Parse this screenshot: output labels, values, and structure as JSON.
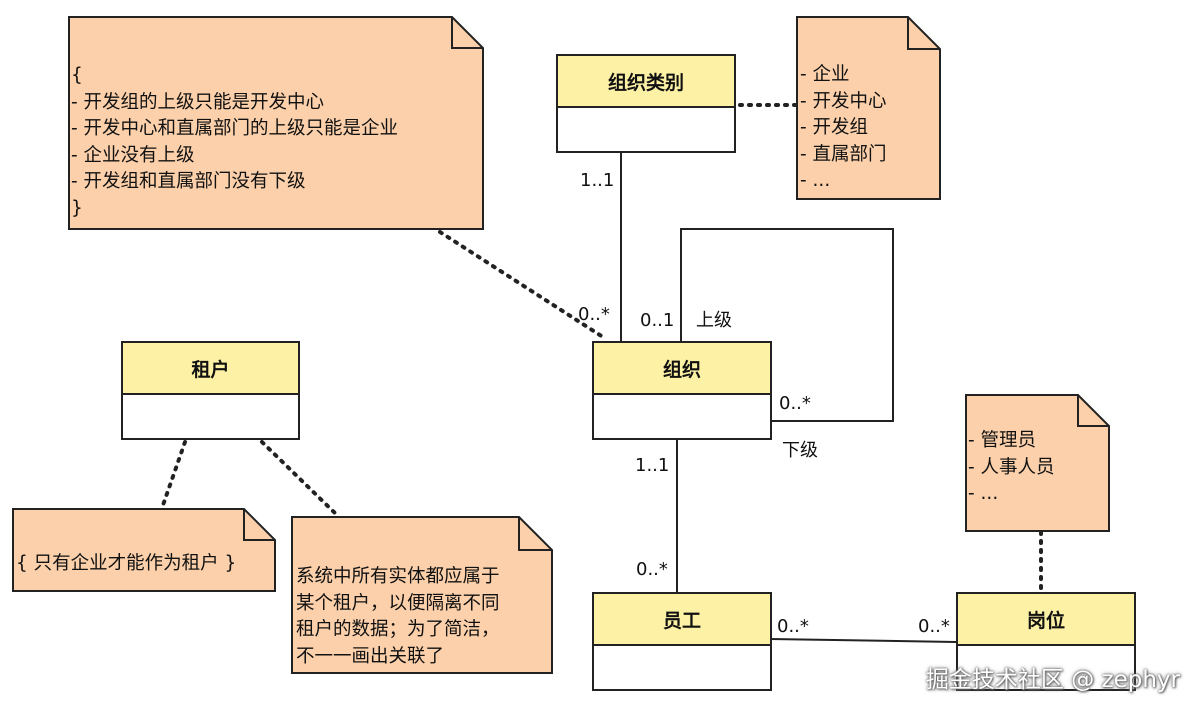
{
  "classes": {
    "org_category": "组织类别",
    "org": "组织",
    "tenant": "租户",
    "employee": "员工",
    "position": "岗位"
  },
  "notes": {
    "constraints": "{\n- 开发组的上级只能是开发中心\n- 开发中心和直属部门的上级只能是企业\n- 企业没有上级\n- 开发组和直属部门没有下级\n}",
    "category_values": "- 企业\n- 开发中心\n- 开发组\n- 直属部门\n- ...",
    "tenant_rule": "{ 只有企业才能作为租户 }",
    "tenant_scope": "系统中所有实体都应属于\n某个租户，以便隔离不同\n租户的数据；为了简洁，\n不一一画出关联了",
    "position_values": "- 管理员\n- 人事人员\n- ..."
  },
  "labels": {
    "cat_org_top": "1..1",
    "cat_org_bottom": "0..*",
    "org_parent_mult": "0..1",
    "org_parent_role": "上级",
    "org_child_mult": "0..*",
    "org_child_role": "下级",
    "org_emp_top": "1..1",
    "org_emp_bottom": "0..*",
    "emp_pos_left": "0..*",
    "emp_pos_right": "0..*"
  },
  "watermark": "掘金技术社区 @ zephyr",
  "colors": {
    "class_header": "#fdf1a6",
    "note_fill": "#fbd0aa",
    "line": "#222222"
  }
}
